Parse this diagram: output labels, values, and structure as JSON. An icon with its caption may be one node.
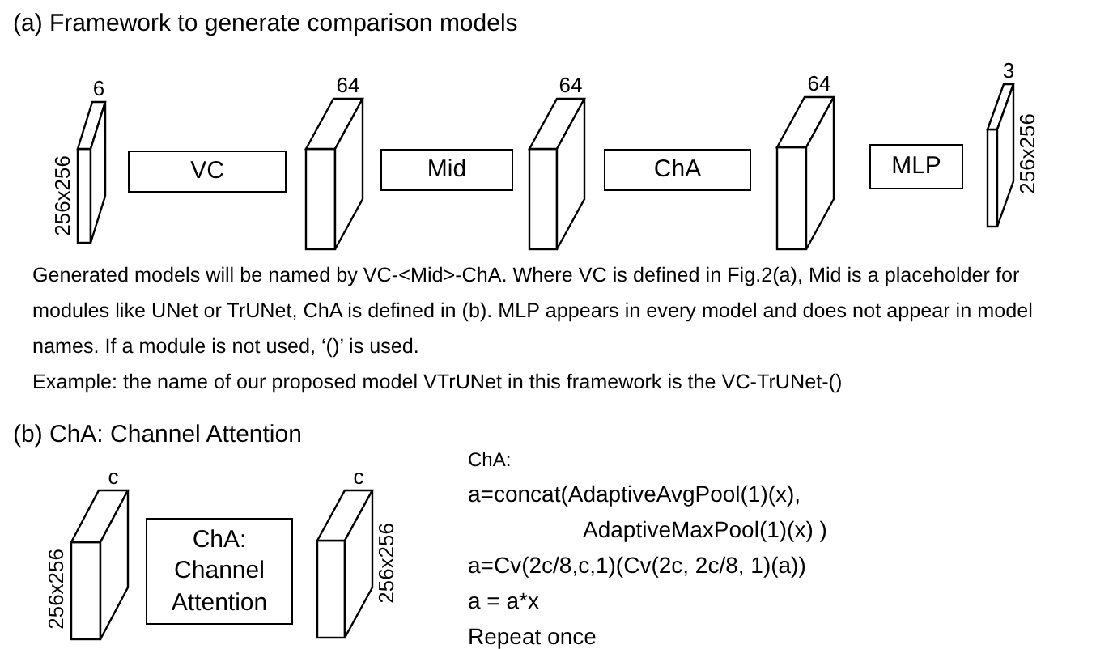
{
  "diagram": {
    "nodes": [
      {
        "text": [
          "6",
          "256x256"
        ]
      },
      {
        "text": [
          "VC"
        ]
      },
      {
        "text": [
          "64"
        ]
      },
      {
        "text": [
          "Mid"
        ]
      },
      {
        "text": [
          "64"
        ]
      },
      {
        "text": [
          "ChA"
        ]
      },
      {
        "text": [
          "64"
        ]
      },
      {
        "text": [
          "MLP"
        ]
      },
      {
        "text": [
          "3",
          "256x256"
        ]
      },
      {
        "text": [
          "c",
          "256x256"
        ]
      },
      {
        "text": [
          "ChA: Channel Attention"
        ]
      },
      {
        "text": [
          "c",
          "256x256"
        ]
      }
    ],
    "labels": [
      "(a) Framework to generate comparison models",
      "Generated models will be named by VC-<Mid>-ChA. Where VC is defined in Fig.2(a), Mid is a placeholder for modules like UNet or TrUNet, ChA is defined in (b). MLP appears in every model and does not appear in model names. If a module is not used, ‘()’ is used.",
      "Example: the name of our proposed model VTrUNet in this framework is the VC-TrUNet-()",
      "(b) ChA: Channel Attention",
      "ChA:",
      "a=concat(AdaptiveAvgPool(1)(x),",
      "AdaptiveMaxPool(1)(x)  )",
      "a=Cv(2c/8,c,1)(Cv(2c, 2c/8, 1)(a))",
      "a = a*x",
      "Repeat once"
    ]
  }
}
